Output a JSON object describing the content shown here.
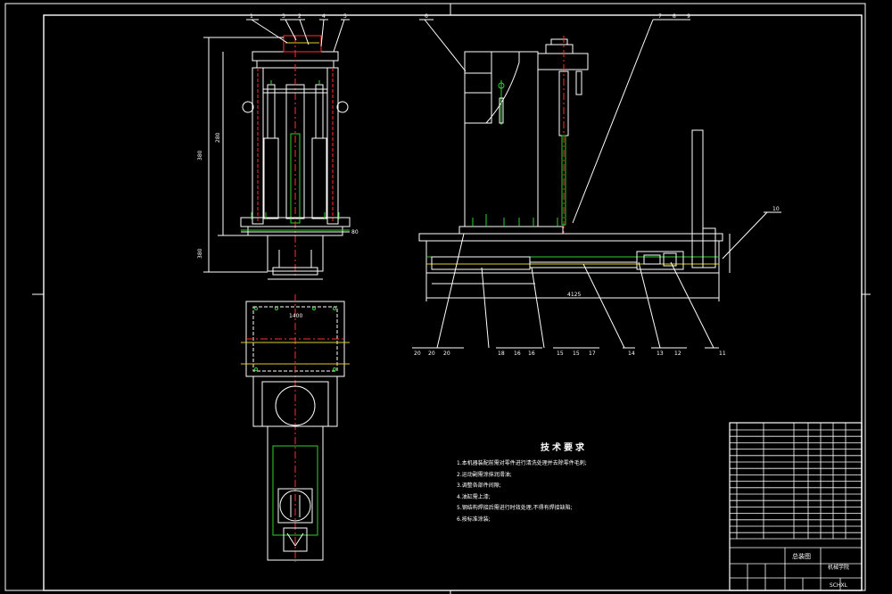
{
  "sheet": {
    "background": "#000000",
    "line_color": "#ffffff",
    "red_line": "#ff3030",
    "green_line": "#30d030",
    "yellow_line": "#e0d020"
  },
  "front_view": {
    "callouts": [
      "1",
      "3",
      "2",
      "4",
      "5"
    ],
    "dims": [
      "380",
      "280",
      "380",
      "80"
    ]
  },
  "side_view": {
    "callouts_top": [
      "6",
      "7",
      "8",
      "9"
    ],
    "callouts_right": [
      "10",
      "11"
    ],
    "callouts_bottom": [
      "20",
      "20",
      "20",
      "18",
      "16",
      "16",
      "15",
      "15",
      "17",
      "14",
      "13",
      "12"
    ],
    "dims": [
      "4125"
    ]
  },
  "plan_view": {
    "dims": [
      "1400"
    ]
  },
  "technical_requirements": {
    "title": "技术要求",
    "items": [
      "1.本机器装配前需对零件进行清洗处理并去除零件毛刺;",
      "2.运动副需涂抹润滑油;",
      "3.调整各部件间隙;",
      "4.油缸需上漆;",
      "5.钢结构焊接后需进行时效处理,不得有焊接缺陷;",
      "6.按标准涂装;"
    ]
  },
  "title_block": {
    "drawing_name": "总装图",
    "company": "机械学院",
    "drawing_no": "SCHXL"
  }
}
